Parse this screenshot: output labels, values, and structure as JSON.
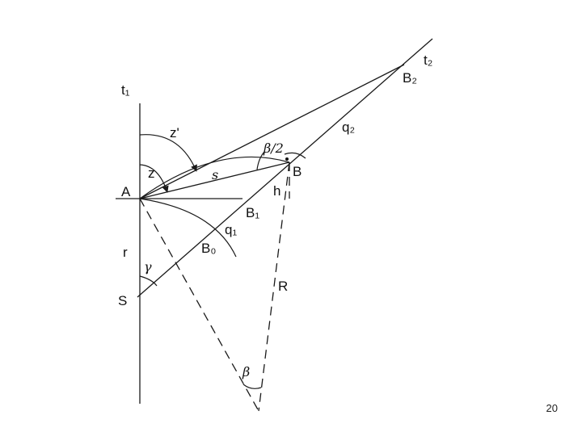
{
  "diagram": {
    "labels": {
      "t1": "t₁",
      "t2": "t₂",
      "B2": "B₂",
      "z_prime": "z'",
      "beta_half": "β/2",
      "q2": "q₂",
      "z": "z",
      "s": "s",
      "B": "B",
      "A": "A",
      "h": "h",
      "B1": "B₁",
      "q1": "q₁",
      "B0": "B₀",
      "r": "r",
      "gamma": "γ",
      "S": "S",
      "R": "R",
      "beta": "β"
    }
  },
  "page_number": "20"
}
